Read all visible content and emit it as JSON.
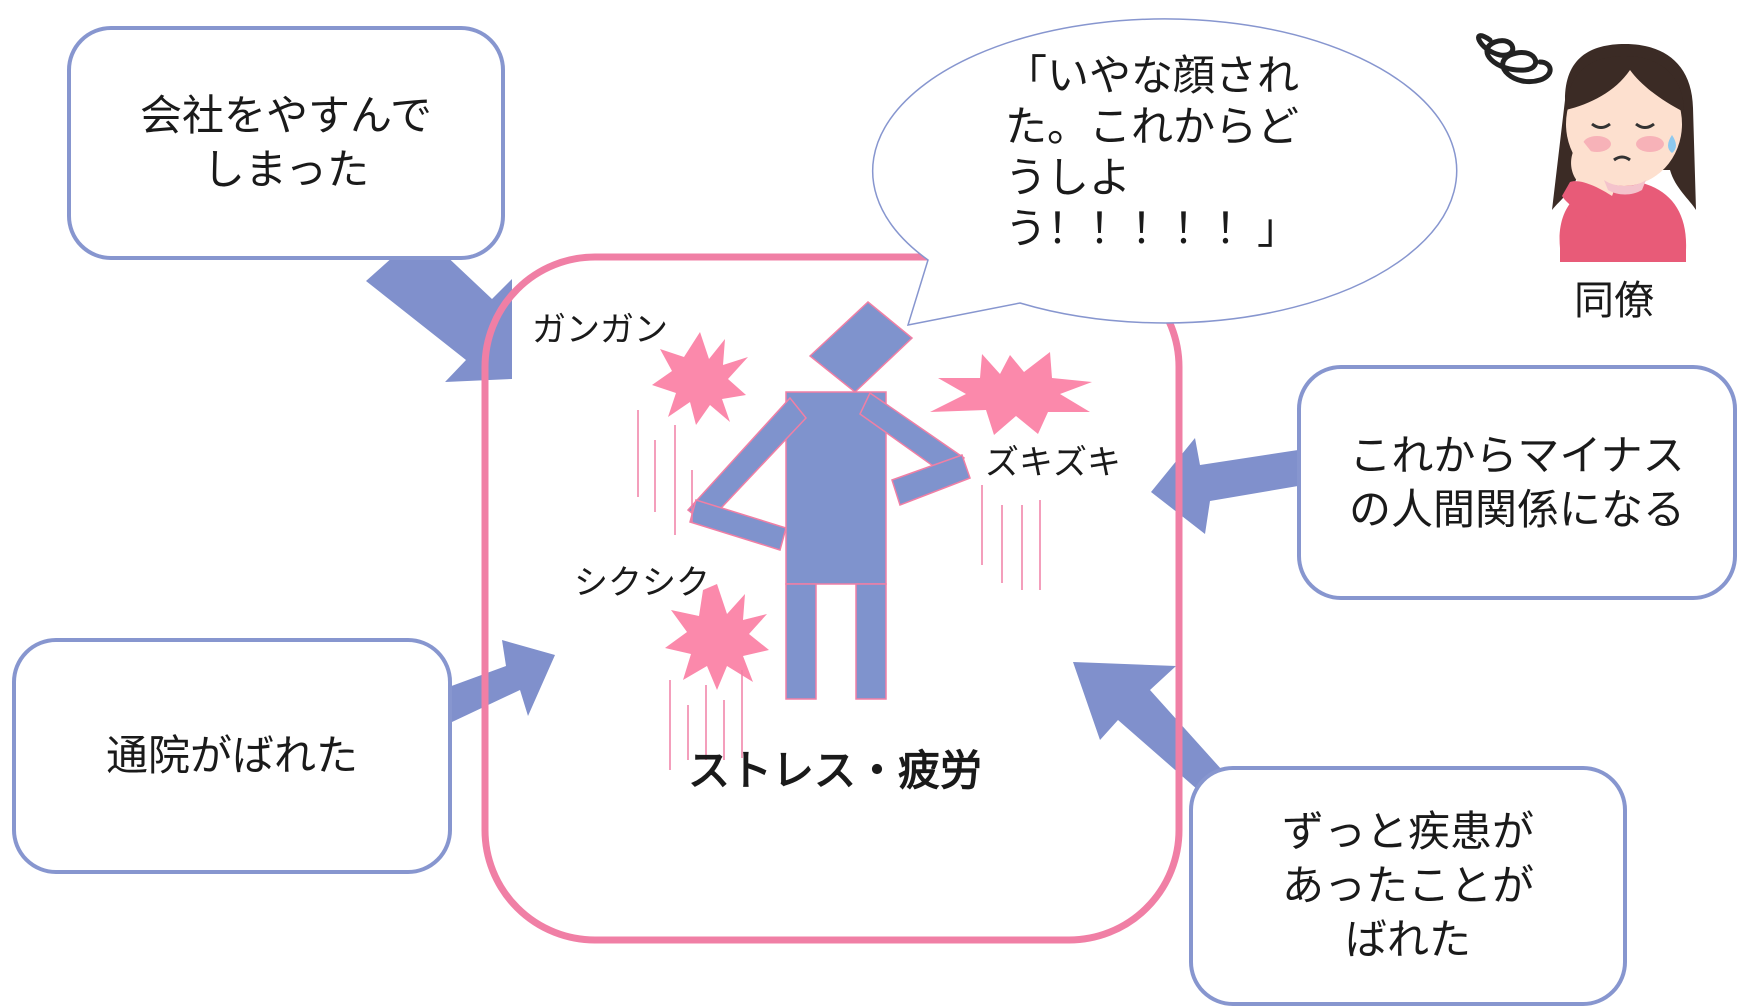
{
  "boxes": {
    "absence": "会社をやすんで\nしまった",
    "hospital": "通院がばれた",
    "minus": "これからマイナス\nの人間関係になる",
    "illness": "ずっと疾患が\nあったことが\nばれた"
  },
  "speech": "「いやな顔され\nた。これからど\nうしよ\nう！！！！！」",
  "center": {
    "title": "ストレス・疲労",
    "sounds": [
      "ガンガン",
      "ズキズキ",
      "シクシク"
    ]
  },
  "colleague": {
    "label": "同僚",
    "icon": "worried-woman-icon"
  },
  "colors": {
    "box_border": "#8796cf",
    "arrow": "#8090cc",
    "frame": "#f07fa5",
    "burst": "#fb89ab",
    "figure": "#7f93cd"
  }
}
